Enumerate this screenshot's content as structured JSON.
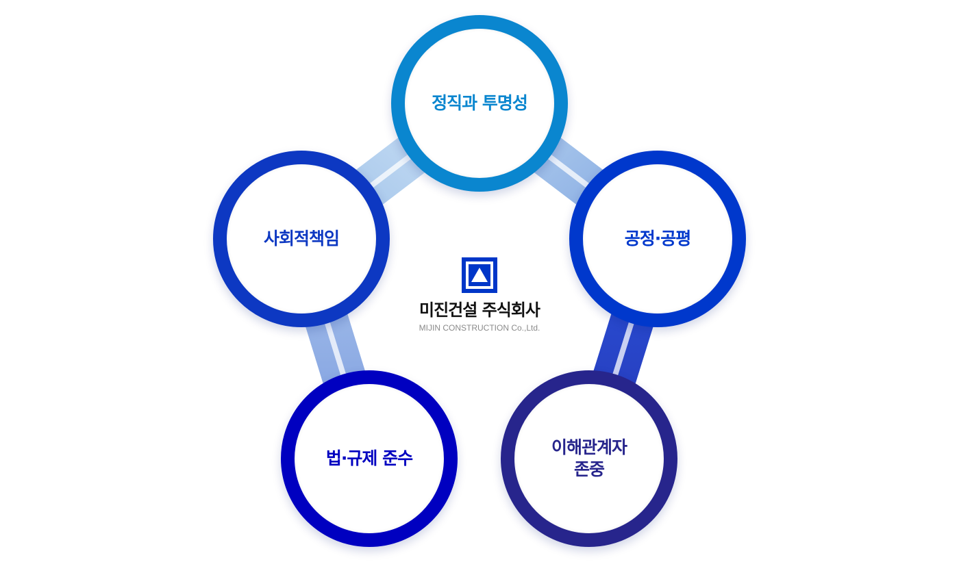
{
  "center": {
    "name_ko": "미진건설 주식회사",
    "name_en": "MIJIN CONSTRUCTION Co.,Ltd.",
    "logo_color": "#0036c8"
  },
  "nodes": [
    {
      "label": "정직과 투명성",
      "color": "#0a86cf"
    },
    {
      "label": "공정·공평",
      "color": "#0038cc"
    },
    {
      "label": "이해관계자\n존중",
      "color": "#27258c"
    },
    {
      "label": "법·규제 준수",
      "color": "#0000c0"
    },
    {
      "label": "사회적책임",
      "color": "#0d38c2"
    }
  ]
}
